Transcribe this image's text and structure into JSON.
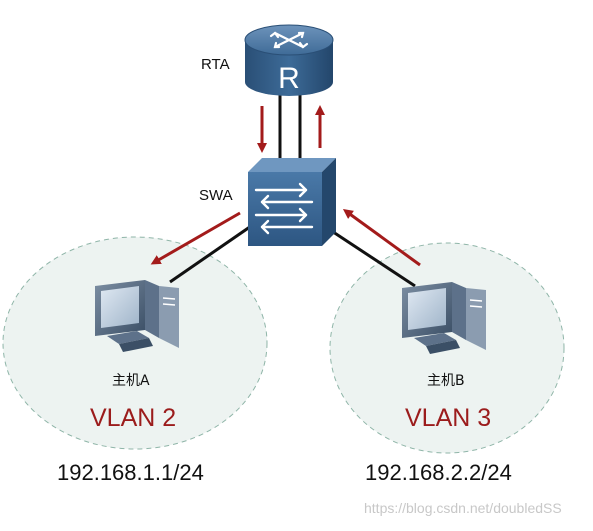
{
  "router": {
    "label": "RTA"
  },
  "switch": {
    "label": "SWA"
  },
  "hosts": [
    {
      "label": "主机A",
      "vlan": "VLAN 2",
      "ip": "192.168.1.1/24"
    },
    {
      "label": "主机B",
      "vlan": "VLAN 3",
      "ip": "192.168.2.2/24"
    }
  ],
  "watermark": "https://blog.csdn.net/doubledSS",
  "colors": {
    "router_blue": "#2f5a86",
    "switch_blue": "#3a6895",
    "arrow_red": "#a31b1b",
    "zone_fill": "#eaf1ef",
    "zone_stroke": "#8fb5a8"
  },
  "icons": [
    "router-icon",
    "switch-icon",
    "computer-icon"
  ]
}
